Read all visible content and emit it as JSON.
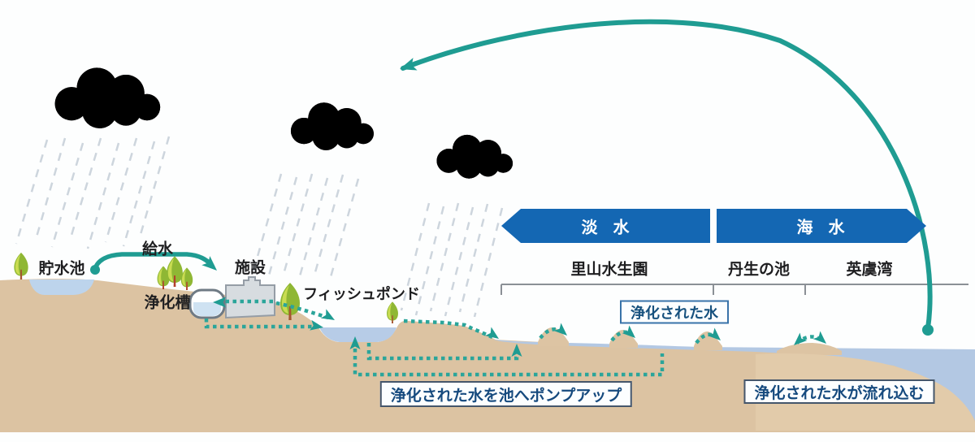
{
  "labels": {
    "reservoir": "貯水池",
    "water_supply": "給水",
    "facility": "施設",
    "purification_tank": "浄化槽",
    "fish_pond": "フィッシュポンド"
  },
  "banner": {
    "freshwater": "淡 水",
    "seawater": "海 水"
  },
  "zones": {
    "satoyama": "里山水生園",
    "nyu_pond": "丹生の池",
    "ago_bay": "英虞湾"
  },
  "callouts": {
    "purified_water": "浄化された水",
    "pump_up": "浄化された水を池へポンプアップ",
    "flow_in": "浄化された水が流れ込む"
  },
  "colors": {
    "banner_blue": "#1467b3",
    "flow_teal": "#1f9c92",
    "dotted_teal": "#2ba59a",
    "ground_tan": "#dcc3a2",
    "water_blue": "#b8cde7",
    "cloud_gray": "#e2e9f0",
    "callout_navy": "#164a7e"
  }
}
